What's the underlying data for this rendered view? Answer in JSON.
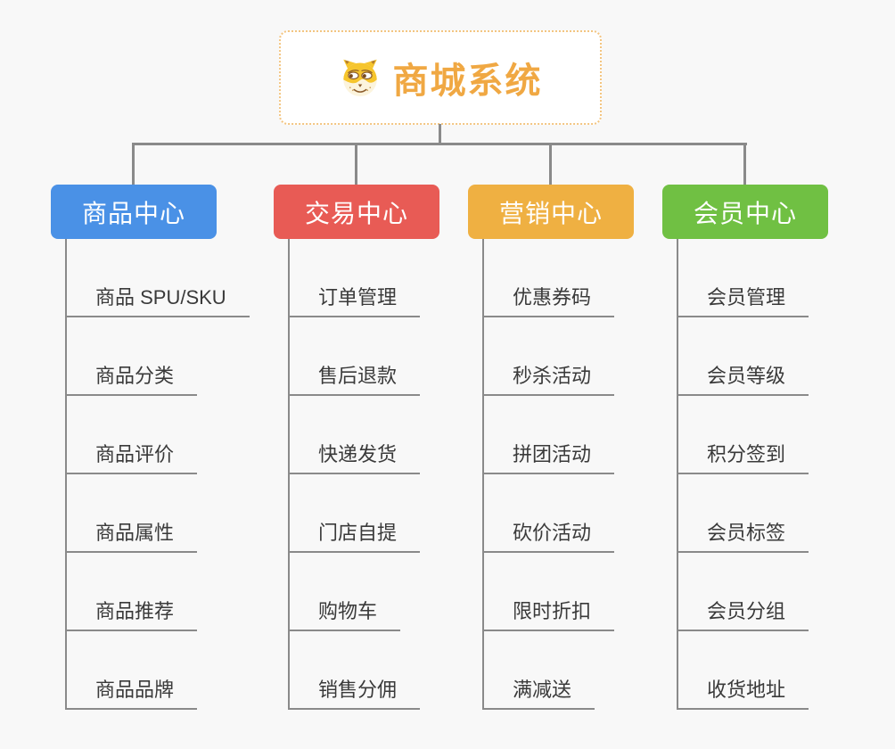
{
  "root": {
    "title": "商城系统",
    "title_color": "#f0a843",
    "border_color": "#f3c581",
    "icon": "doge-icon"
  },
  "style": {
    "background": "#f8f8f8",
    "connector_color": "#8a8a8a",
    "leaf_text_color": "#3a3a3a"
  },
  "branches": [
    {
      "label": "商品中心",
      "color": "#4a91e6",
      "items": [
        "商品 SPU/SKU",
        "商品分类",
        "商品评价",
        "商品属性",
        "商品推荐",
        "商品品牌"
      ]
    },
    {
      "label": "交易中心",
      "color": "#e85b55",
      "items": [
        "订单管理",
        "售后退款",
        "快递发货",
        "门店自提",
        "购物车",
        "销售分佣"
      ]
    },
    {
      "label": "营销中心",
      "color": "#efb042",
      "items": [
        "优惠券码",
        "秒杀活动",
        "拼团活动",
        "砍价活动",
        "限时折扣",
        "满减送"
      ]
    },
    {
      "label": "会员中心",
      "color": "#70c043",
      "items": [
        "会员管理",
        "会员等级",
        "积分签到",
        "会员标签",
        "会员分组",
        "收货地址"
      ]
    }
  ]
}
